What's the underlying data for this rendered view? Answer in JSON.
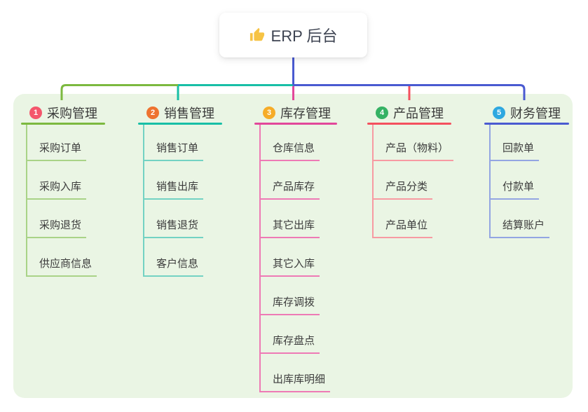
{
  "root": {
    "icon": "thumbs-up-icon",
    "label": "ERP 后台"
  },
  "branches": [
    {
      "index": "1",
      "label": "采购管理",
      "badge_color": "#f4566c",
      "line_color": "#7cb93f",
      "child_line_color": "#a9d387",
      "children": [
        "采购订单",
        "采购入库",
        "采购退货",
        "供应商信息"
      ]
    },
    {
      "index": "2",
      "label": "销售管理",
      "badge_color": "#ee7330",
      "line_color": "#18bfa6",
      "child_line_color": "#73d2c3",
      "children": [
        "销售订单",
        "销售出库",
        "销售退货",
        "客户信息"
      ]
    },
    {
      "index": "3",
      "label": "库存管理",
      "badge_color": "#f6ac28",
      "line_color": "#e2479a",
      "child_line_color": "#ee7ab5",
      "children": [
        "仓库信息",
        "产品库存",
        "其它出库",
        "其它入库",
        "库存调拨",
        "库存盘点",
        "出库库明细"
      ]
    },
    {
      "index": "4",
      "label": "产品管理",
      "badge_color": "#35b264",
      "line_color": "#f4505e",
      "child_line_color": "#f79aa2",
      "children": [
        "产品（物料）",
        "产品分类",
        "产品单位"
      ]
    },
    {
      "index": "5",
      "label": "财务管理",
      "badge_color": "#2ea8e0",
      "line_color": "#4a5ad1",
      "child_line_color": "#93a5e2",
      "children": [
        "回款单",
        "付款单",
        "结算账户"
      ]
    }
  ],
  "colors": {
    "panel_bg": "#eaf5e4",
    "canvas_bg": "#ffffff",
    "root_icon": "#f6c344",
    "text": "#3a3a3a"
  }
}
